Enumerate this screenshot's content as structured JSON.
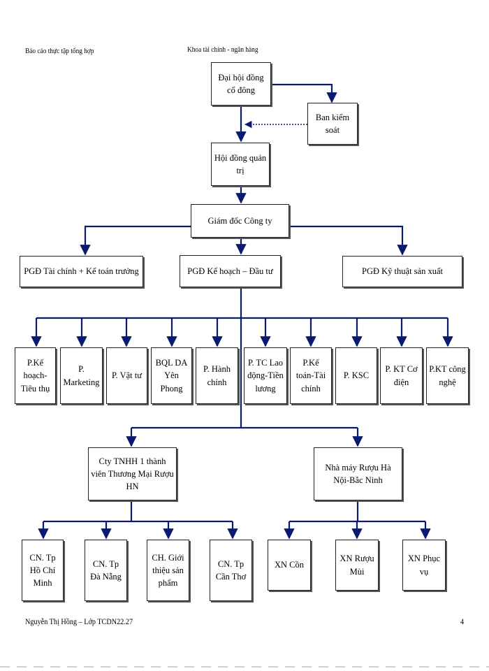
{
  "header": {
    "left": "Báo cáo thực tập tổng hợp",
    "center": "Khoa tài chính  - ngân hàng"
  },
  "footer": {
    "author": "Nguyễn Thị Hồng – Lớp TCDN22.27",
    "page": "4"
  },
  "nodes": {
    "dhdcd": "Đại hội đồng cổ đông",
    "bks": "Ban kiểm soát",
    "hdqt": "Hội đồng quản trị",
    "gd": "Giám đốc Công ty",
    "pgd_tc": "PGĐ Tài chính + Kế toán trưởng",
    "pgd_kh": "PGĐ Kế hoạch – Đầu tư",
    "pgd_kt": "PGĐ Kỹ thuật sản xuất",
    "depts": [
      "P.Kế hoạch-Tiêu thụ",
      "P. Marketing",
      "P. Vật tư",
      "BQL DA Yên Phong",
      "P. Hành chính",
      "P. TC Lao động-Tiền lương",
      "P.Kế toán-Tài chính",
      "P. KSC",
      "P. KT Cơ điện",
      "P.KT công nghệ"
    ],
    "cty": "Cty TNHH 1 thành viên Thương Mại Rượu HN",
    "nm": "Nhà máy Rượu Hà Nội-Bắc Ninh",
    "branches": [
      "CN. Tp Hồ Chí Minh",
      "CN. Tp Đà Nẵng",
      "CH. Giới thiệu sản phẩm",
      "CN. Tp Cần Thơ"
    ],
    "factories": [
      "XN Cồn",
      "XN Rượu Mùi",
      "XN Phục vụ"
    ]
  }
}
